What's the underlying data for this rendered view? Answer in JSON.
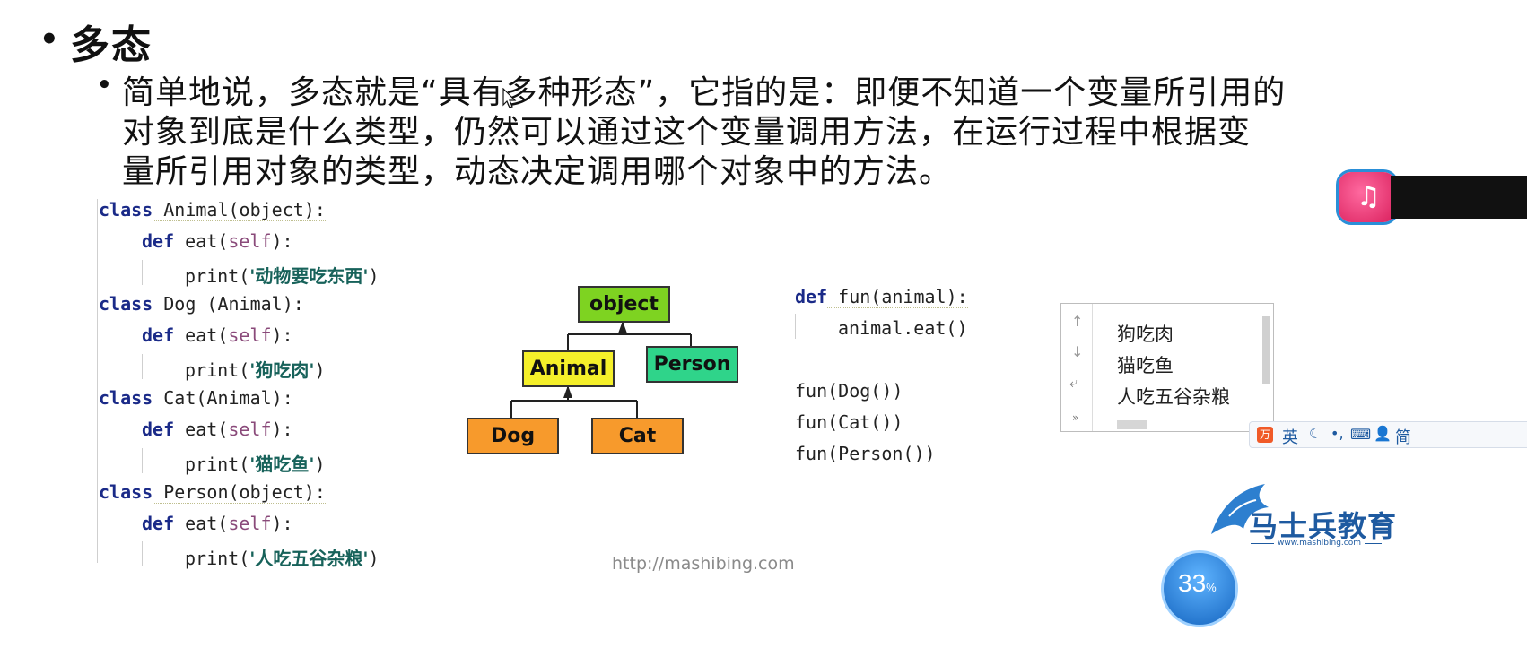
{
  "slide": {
    "title": "多态",
    "description_lines": [
      "简单地说，多态就是“具有多种形态”，它指的是：即便不知道一个变量所引用的",
      "对象到底是什么类型，仍然可以通过这个变量调用方法，在运行过程中根据变",
      "量所引用对象的类型，动态决定调用哪个对象中的方法。"
    ],
    "footer_url": "http://mashibing.com"
  },
  "code_left": {
    "l1_kw": "class",
    "l1_rest": " Animal(object):",
    "l2_kw": "def",
    "l2_a": " eat(",
    "l2_self": "self",
    "l2_b": "):",
    "l3_a": "print(",
    "l3_str": "'动物要吃东西'",
    "l3_b": ")",
    "l4_kw": "class",
    "l4_rest": " Dog (Animal):",
    "l5_kw": "def",
    "l5_a": " eat(",
    "l5_self": "self",
    "l5_b": "):",
    "l6_a": "print(",
    "l6_str": "'狗吃肉'",
    "l6_b": ")",
    "l7_kw": "class",
    "l7_rest": " Cat(Animal):",
    "l8_kw": "def",
    "l8_a": " eat(",
    "l8_self": "self",
    "l8_b": "):",
    "l9_a": "print(",
    "l9_str": "'猫吃鱼'",
    "l9_b": ")",
    "l10_kw": "class",
    "l10_rest": " Person(object):",
    "l11_kw": "def",
    "l11_a": " eat(",
    "l11_self": "self",
    "l11_b": "):",
    "l12_a": "print(",
    "l12_str": "'人吃五谷杂粮'",
    "l12_b": ")"
  },
  "diagram": {
    "object": "object",
    "animal": "Animal",
    "person": "Person",
    "dog": "Dog",
    "cat": "Cat",
    "colors": {
      "object": "#7ed321",
      "animal": "#f5f02a",
      "person": "#2fd48a",
      "dog": "#f79a2c",
      "cat": "#f79a2c"
    }
  },
  "code_right": {
    "r1_kw": "def",
    "r1_rest": " fun(animal):",
    "r2": "animal.eat()",
    "r3": "fun(Dog())",
    "r4": "fun(Cat())",
    "r5": "fun(Person())"
  },
  "console": {
    "lines": [
      "狗吃肉",
      "猫吃鱼",
      "人吃五谷杂粮"
    ],
    "icons": [
      "arrow-up",
      "arrow-down",
      "wrap",
      "more"
    ]
  },
  "ime_bar": {
    "mode": "英",
    "simplified": "简"
  },
  "logo": {
    "name": "马士兵教育",
    "url": "www.mashibing.com"
  },
  "progress": {
    "value": "33",
    "unit": "%"
  }
}
